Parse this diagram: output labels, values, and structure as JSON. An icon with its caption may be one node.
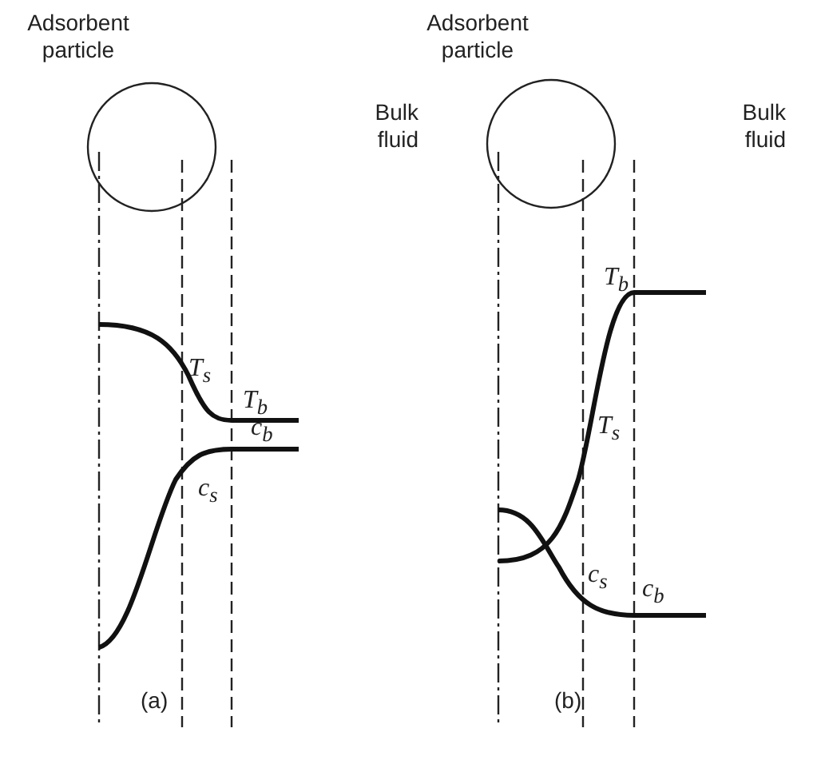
{
  "diagram": {
    "labels": [
      "Adsorbent particle",
      "Bulk fluid",
      "T$_{s}$",
      "T$_{b}$",
      "c$_{b}$",
      "c$_{s}$",
      "(a)",
      "Adsorbent particle",
      "Bulk fluid",
      "T$_{b}$",
      "T$_{s}$",
      "c$_{s}$",
      "c$_{b}$",
      "(b)"
    ]
  }
}
